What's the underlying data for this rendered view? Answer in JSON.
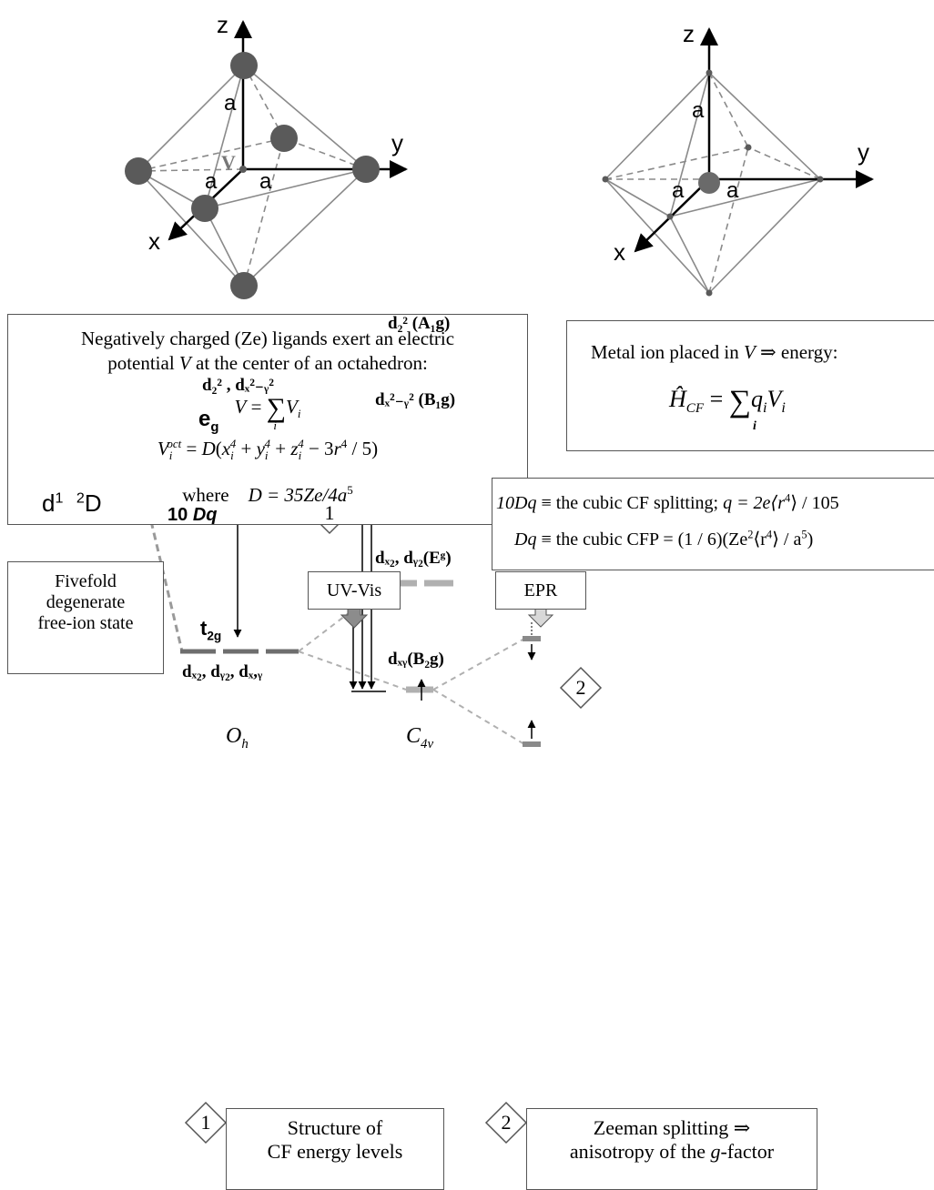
{
  "octahedron_left": {
    "axis_z": "z",
    "axis_y": "y",
    "axis_x": "x",
    "edge_label": "a",
    "center_label": "V"
  },
  "octahedron_right": {
    "axis_z": "z",
    "axis_y": "y",
    "axis_x": "x",
    "edge_label": "a"
  },
  "potential_box": {
    "line1": "Negatively charged (Ze) ligands exert an electric",
    "line2_a": "potential ",
    "line2_v": "V",
    "line2_b": " at the center of an octahedron:",
    "where_label": "where",
    "d_def": "D = 35Ze/4a",
    "d_exp": "5"
  },
  "metal_box": {
    "text_a": "Metal ion placed in ",
    "text_v": "V",
    "text_b": "  ⇒ energy:"
  },
  "definitions_box": {
    "line1_a": "10Dq",
    "line1_b": " ≡ the cubic CF splitting; ",
    "line1_c": "q = 2e⟨r",
    "line1_c_exp": "4",
    "line1_d": "⟩ / 105",
    "line2_a": "Dq",
    "line2_b": " ≡ the cubic CFP = (1 / 6)(Ze",
    "line2_b_exp": "2",
    "line2_c": "⟨r",
    "line2_c_exp": "4",
    "line2_d": "⟩ / a",
    "line2_d_exp": "5",
    "line2_e": ")"
  },
  "tags": {
    "uvvis": "UV-Vis",
    "epr": "EPR"
  },
  "levels": {
    "free_ion": {
      "d": "d",
      "d_sup": "1",
      "term_sup": "2",
      "term": "D"
    },
    "free_ion_box": [
      "Fivefold",
      "degenerate",
      "free-ion state"
    ],
    "eg": "e",
    "eg_sub": "g",
    "t2g": "t",
    "t2g_sub": "2g",
    "tendq_a": "10 ",
    "tendq_b": "Dq",
    "eg_orbitals": "d₂² , dₓ²₋ᵧ²",
    "t2g_orbitals": "dₓ₂, dᵧ₂, dₓ,ᵧ",
    "dz2_label": "d₂² (A₁g)",
    "dx2y2_label": "dₓ²₋ᵧ² (B₁g)",
    "dxz_label": "dₓ₂, dᵧ₂(Eᵍ)",
    "dxy_label": "dₓᵧ(B₂g)"
  },
  "symmetry": {
    "oh": "O",
    "oh_sub": "h",
    "c4v": "C",
    "c4v_sub": "4v"
  },
  "markers": {
    "one": "1",
    "two": "2"
  },
  "bottom": {
    "box1": [
      "Structure of",
      "CF energy levels"
    ],
    "box2_line1": "Zeeman splitting ⇒",
    "box2_line2_a": "anisotropy of the ",
    "box2_line2_g": "g",
    "box2_line2_b": "-factor"
  },
  "colors": {
    "ligand": "#5a5a5a",
    "level_dark": "#6e6e6e",
    "level_light": "#b0b0b0",
    "arrow_fill": "#8c8c8c"
  }
}
